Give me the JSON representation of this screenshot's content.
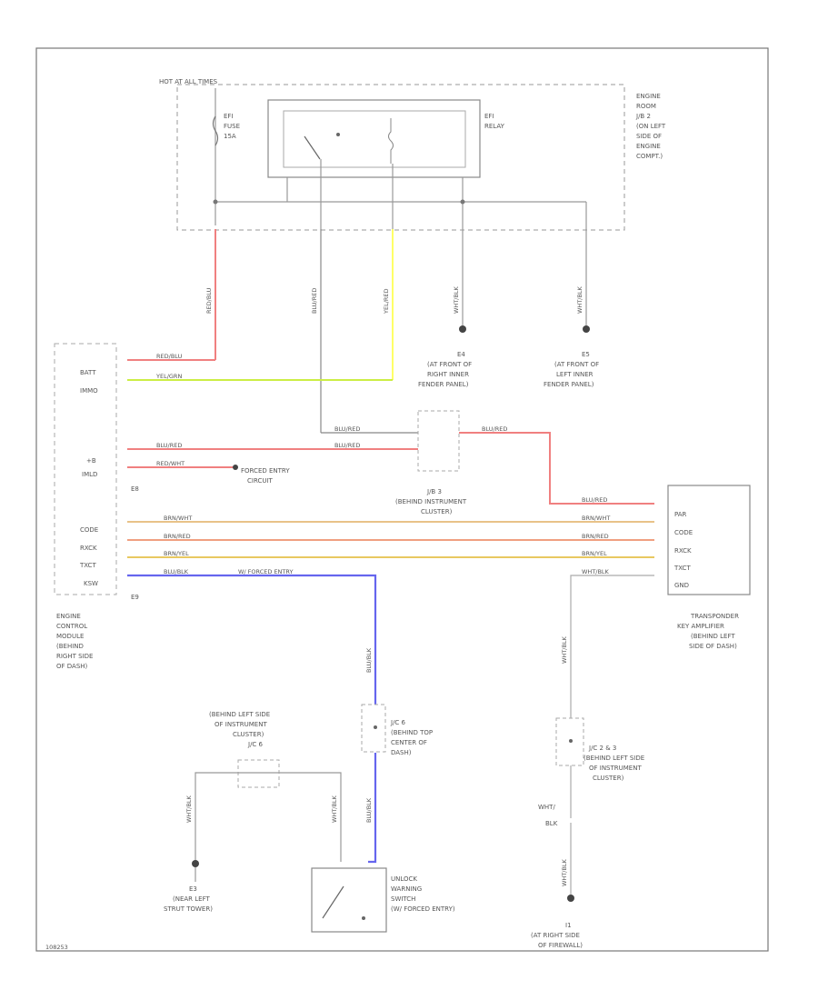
{
  "header_fuse_box": "HOT AT ALL TIMES",
  "fuse": [
    "EFI",
    "FUSE",
    "15A"
  ],
  "relay": [
    "EFI",
    "RELAY"
  ],
  "engine_room_jb": [
    "ENGINE",
    "ROOM",
    "J/B 2",
    "(ON LEFT",
    "SIDE OF",
    "ENGINE",
    "COMPT.)"
  ],
  "wires": {
    "red_blue": "RED/BLU",
    "blu_red": "BLU/RED",
    "yel_red": "YEL/RED",
    "wht_blk": "WHT/BLK",
    "red_blu_h": "RED/BLU",
    "yel_grn": "YEL/GRN",
    "blu_red_h1": "BLU/RED",
    "blu_red_h2": "BLU/RED",
    "blu_red_h3": "BLU/RED",
    "red_wht": "RED/WHT",
    "brn_wht": "BRN/WHT",
    "brn_red": "BRN/RED",
    "brn_yel": "BRN/YEL",
    "blu_blk": "BLU/BLK",
    "blu_blk_v": "BLU/BLK",
    "blu_blk_v2": "BLU/BLK",
    "wht_blk_r": "WHT/BLK",
    "wht_blk_l1": "WHT/BLK",
    "wht_blk_l2": "WHT/BLK",
    "wht_blk_tp": "WHT/BLK"
  },
  "ground_e4": [
    "E4",
    "(AT FRONT OF",
    "RIGHT INNER",
    "FENDER PANEL)"
  ],
  "ground_e5": [
    "E5",
    "(AT FRONT OF",
    "LEFT INNER",
    "FENDER PANEL)"
  ],
  "ground_e3": [
    "E3",
    "(NEAR LEFT",
    "STRUT TOWER)"
  ],
  "ground_i": [
    "I1",
    "(AT RIGHT SIDE",
    "OF FIREWALL)"
  ],
  "ecm_pins": [
    "BATT",
    "IMMO",
    "+B",
    "IMLD",
    "CODE",
    "RXCK",
    "TXCT",
    "KSW"
  ],
  "ecm_connector_e8": "E8",
  "ecm_connector_e9": "E9",
  "ecm_label": [
    "ENGINE",
    "CONTROL",
    "MODULE",
    "(BEHIND",
    "RIGHT SIDE",
    "OF DASH)"
  ],
  "forced_entry": [
    "FORCED ENTRY",
    "CIRCUIT"
  ],
  "jb3_label": [
    "J/B 3",
    "(BEHIND INSTRUMENT",
    "CLUSTER)"
  ],
  "w_forced_entry": "W/ FORCED ENTRY",
  "transponder_pins": [
    "PAR",
    "CODE",
    "RXCK",
    "TXCT",
    "GND"
  ],
  "transponder_label": [
    "TRANSPONDER",
    "KEY AMPLIFIER",
    "(BEHIND LEFT",
    "SIDE OF DASH)"
  ],
  "jc6_label": [
    "J/C 6",
    "(BEHIND TOP",
    "CENTER OF",
    "DASH)"
  ],
  "jc23_label": [
    "J/C 2 & 3",
    "(BEHIND LEFT SIDE",
    "OF INSTRUMENT",
    "CLUSTER)"
  ],
  "jc_left_label": [
    "(BEHIND LEFT SIDE",
    "OF INSTRUMENT",
    "CLUSTER)",
    "J/C 6"
  ],
  "unlock_switch": [
    "UNLOCK",
    "WARNING",
    "SWITCH",
    "(W/ FORCED ENTRY)"
  ],
  "wht1_blk": [
    "WHT/",
    "BLK"
  ],
  "footer_code": "108253"
}
